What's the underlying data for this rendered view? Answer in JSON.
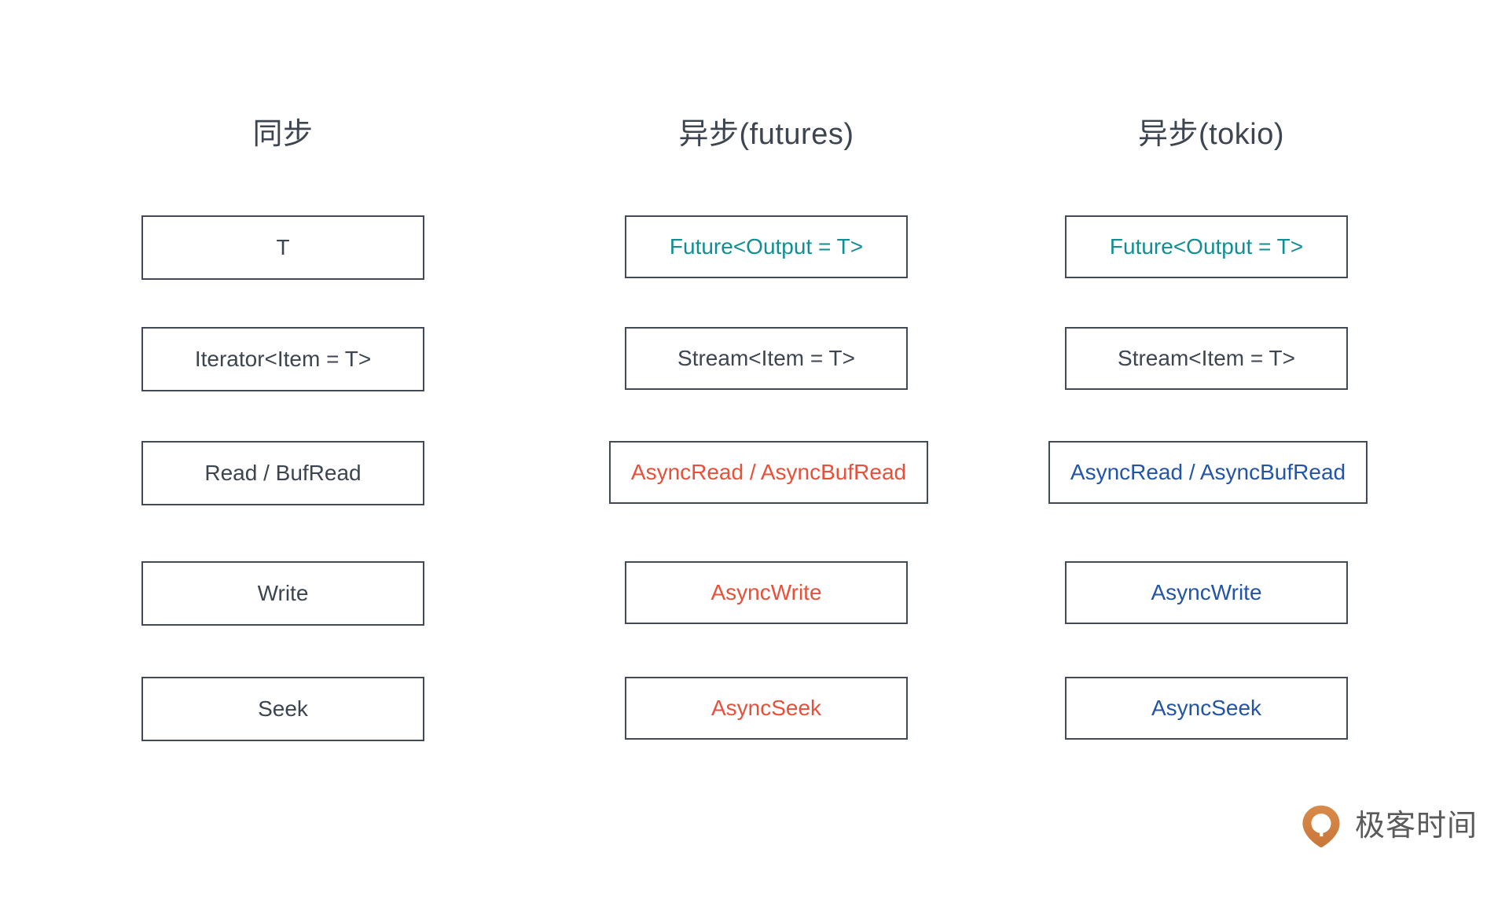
{
  "page": {
    "background": "#ffffff",
    "default_text_color": "#3d4550",
    "border_color": "#414a56"
  },
  "palette": {
    "default": "#3d4550",
    "teal": "#0f8f92",
    "orange": "#e8503a",
    "blue": "#2355a6",
    "brand_orange": "#e08a45",
    "brand_text": "#5a5a5a"
  },
  "columns": [
    {
      "title": "同步",
      "rows": [
        {
          "label": "T",
          "accent": "default"
        },
        {
          "label": "Iterator<Item = T>",
          "accent": "default"
        },
        {
          "label": "Read / BufRead",
          "accent": "default"
        },
        {
          "label": "Write",
          "accent": "default"
        },
        {
          "label": "Seek",
          "accent": "default"
        }
      ]
    },
    {
      "title": "异步(futures)",
      "rows": [
        {
          "label": "Future<Output = T>",
          "accent": "teal"
        },
        {
          "label": "Stream<Item = T>",
          "accent": "default"
        },
        {
          "label": "AsyncRead / AsyncBufRead",
          "accent": "orange"
        },
        {
          "label": "AsyncWrite",
          "accent": "orange"
        },
        {
          "label": "AsyncSeek",
          "accent": "orange"
        }
      ]
    },
    {
      "title": "异步(tokio)",
      "rows": [
        {
          "label": "Future<Output = T>",
          "accent": "teal"
        },
        {
          "label": "Stream<Item = T>",
          "accent": "default"
        },
        {
          "label": "AsyncRead / AsyncBufRead",
          "accent": "blue"
        },
        {
          "label": "AsyncWrite",
          "accent": "blue"
        },
        {
          "label": "AsyncSeek",
          "accent": "blue"
        }
      ]
    }
  ],
  "brand": {
    "name": "极客时间",
    "mark_icon": "geektime-pin-logo-icon"
  }
}
